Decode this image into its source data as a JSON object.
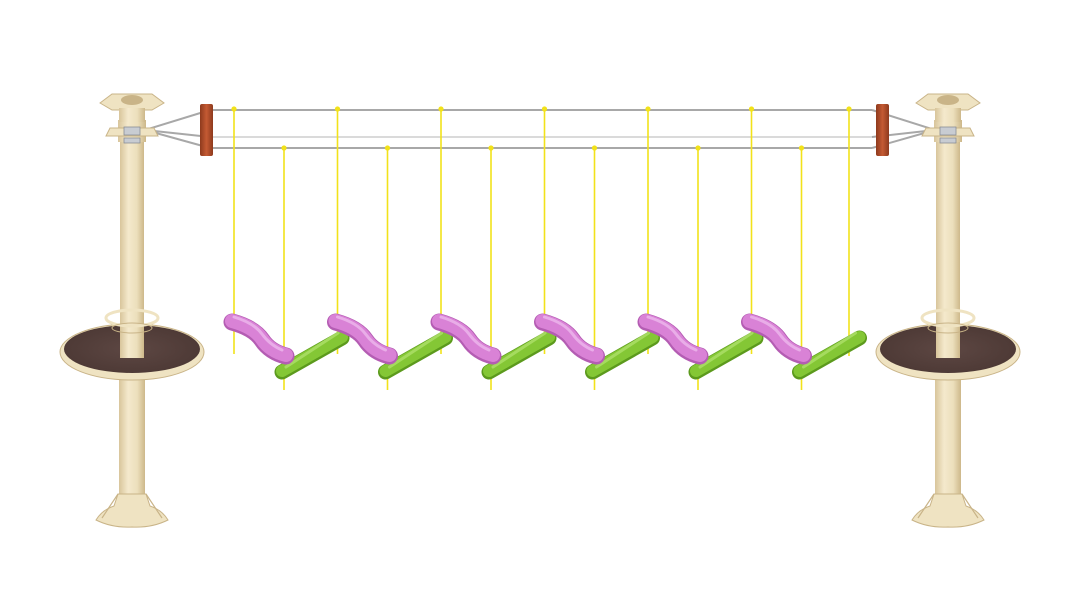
{
  "scene": {
    "subject": "rope-course-zigzag-log-bridge",
    "colors": {
      "background": "#ffffff",
      "pole": "#efe3c2",
      "pole_shade": "#d9c79d",
      "pole_dark": "#c9b488",
      "platform_top": "#5a4440",
      "platform_rim": "#efe3c2",
      "cable": "#a8a8a8",
      "hanger": "#f2e21a",
      "beam_pink": "#d982d6",
      "beam_pink_dark": "#b45db3",
      "beam_green": "#84c735",
      "beam_green_dark": "#5c9a1d",
      "brace": "#b8502c",
      "bracket": "#c8ccd2"
    },
    "parts": {
      "pink_beams": 6,
      "green_beams": 6,
      "platforms": 2,
      "poles": 2
    }
  }
}
